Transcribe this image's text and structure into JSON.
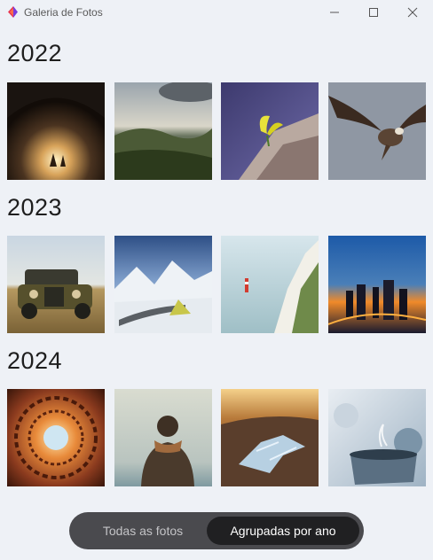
{
  "window": {
    "title": "Galeria de Fotos"
  },
  "groups": [
    {
      "year": "2022",
      "photos": [
        "underground-tunnel-light",
        "mountain-valley-clouds",
        "yellow-flower-rock-edge",
        "eagle-flying"
      ]
    },
    {
      "year": "2023",
      "photos": [
        "old-truck-in-field",
        "snowy-mountains",
        "lighthouse-cliff",
        "city-sunset-skyline"
      ]
    },
    {
      "year": "2024",
      "photos": [
        "spiral-building-skylight",
        "person-scarf-beach",
        "cracked-ice-road-sunset",
        "steaming-cup"
      ]
    }
  ],
  "view_switcher": {
    "all_label": "Todas as fotos",
    "by_year_label": "Agrupadas por ano",
    "selected": "by_year"
  },
  "colors": {
    "background": "#eef1f6",
    "switcher_bg": "#4a4a4e",
    "switcher_selected": "#202022",
    "app_icon": "#e8334f"
  }
}
